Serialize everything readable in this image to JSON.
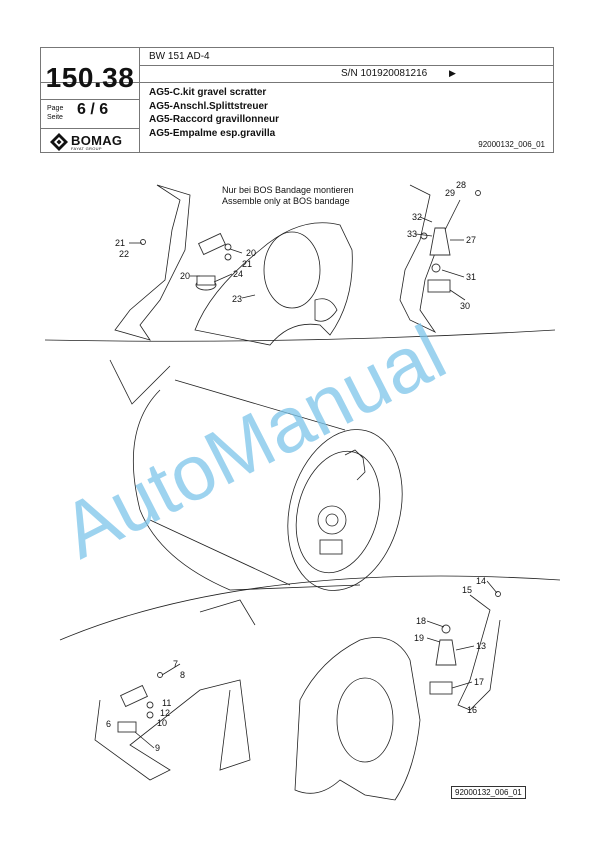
{
  "header": {
    "model": "BW 151 AD-4",
    "serial": "S/N 101920081216",
    "serial_arrow": "▶",
    "section_number": "150.38",
    "page_label_1": "Page",
    "page_label_2": "Seite",
    "page_number": "6 / 6",
    "brand": "BOMAG",
    "brand_sub": "FAYAT GROUP",
    "titles": [
      "AG5-C.kit gravel scratter",
      "AG5-Anschl.Splittstreuer",
      "AG5-Raccord gravillonneur",
      "AG5-Empalme esp.gravilla"
    ],
    "doc_ref": "92000132_006_01"
  },
  "drawing": {
    "note_de": "Nur bei BOS Bandage montieren",
    "note_en": "Assemble only at BOS bandage",
    "labels_top": [
      "21",
      "22",
      "20",
      "21",
      "20",
      "24",
      "23",
      "28",
      "29",
      "32",
      "33",
      "27",
      "31",
      "30"
    ],
    "labels_bottom": [
      "14",
      "15",
      "18",
      "19",
      "13",
      "17",
      "16",
      "7",
      "8",
      "11",
      "12",
      "10",
      "6",
      "9"
    ],
    "figure_ref": "92000132_006_01"
  },
  "watermark": "AutoManual",
  "colors": {
    "watermark": "#7cc4ea",
    "line": "#222222"
  }
}
